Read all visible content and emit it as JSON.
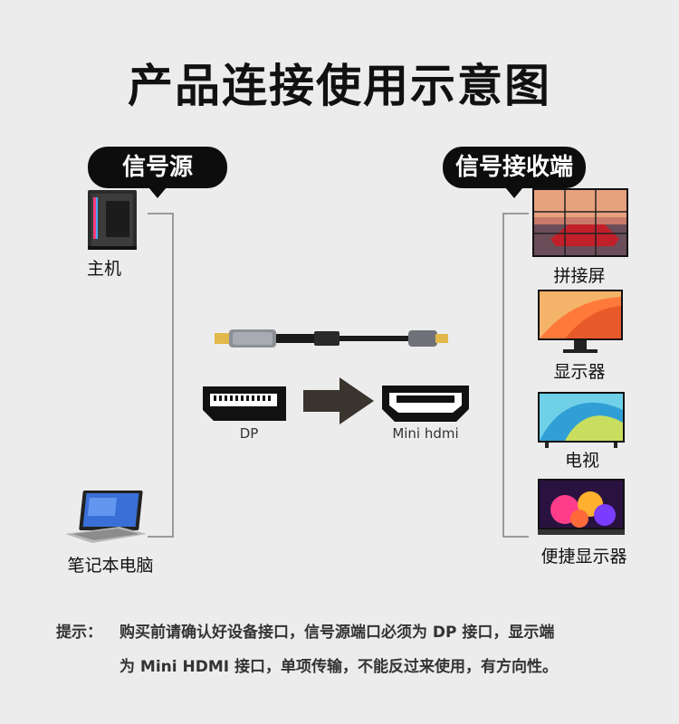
{
  "title": "产品连接使用示意图",
  "source": {
    "tag": "信号源",
    "devices": [
      {
        "label": "主机",
        "icon": "desktop-pc-icon"
      },
      {
        "label": "笔记本电脑",
        "icon": "laptop-icon"
      }
    ]
  },
  "receiver": {
    "tag": "信号接收端",
    "devices": [
      {
        "label": "拼接屏",
        "icon": "video-wall-icon"
      },
      {
        "label": "显示器",
        "icon": "monitor-icon"
      },
      {
        "label": "电视",
        "icon": "tv-icon"
      },
      {
        "label": "便捷显示器",
        "icon": "portable-monitor-icon"
      }
    ]
  },
  "connector": {
    "from": "DP",
    "to": "Mini hdmi"
  },
  "note": {
    "prefix": "提示：",
    "line1": "购买前请确认好设备接口，信号源端口必须为 DP 接口，显示端",
    "line2": "为 Mini HDMI 接口，单项传输，不能反过来使用，有方向性。"
  },
  "colors": {
    "background": "#ececec",
    "pill": "#0d0d0d",
    "arrow": "#3a342e",
    "bracket": "#9a9a9a"
  }
}
